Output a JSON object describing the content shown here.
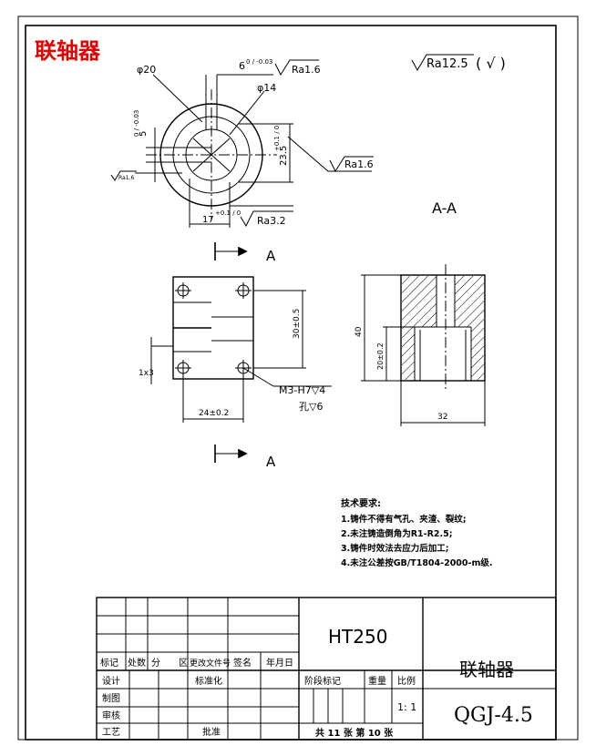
{
  "title_stamp": "联轴器",
  "roughness": {
    "general": "Ra12.5",
    "general_paren": "( √ )",
    "keyway_side": "Ra1.6",
    "bore": "Ra1.6",
    "left": "Ra1.6",
    "bottom": "Ra3.2"
  },
  "dimensions": {
    "outer_dia": "φ20",
    "keyway_width": "6",
    "keyway_width_tol": "0 / -0.03",
    "bore_dia": "φ14",
    "left_dim": "5",
    "left_dim_tol": "0 / -0.03",
    "height_23": "23.5",
    "height_23_tol": "+0.1 / 0",
    "width_17": "17",
    "width_17_tol": "+0.1 / 0",
    "h30": "30±0.5",
    "w24": "24±0.2",
    "chamfer": "1x3",
    "h40": "40",
    "h20": "20±0.2",
    "w32": "32"
  },
  "section_label": "A-A",
  "cut_label_top": "A",
  "cut_label_bottom": "A",
  "thread_note": "M3-H7▽4",
  "hole_note": "孔▽6",
  "tech_req": {
    "heading": "技术要求:",
    "items": [
      "1.铸件不得有气孔、夹渣、裂纹;",
      "2.未注铸造倒角为R1-R2.5;",
      "3.铸件时效法去应力后加工;",
      "4.未注公差按GB/T1804-2000-m级."
    ]
  },
  "title_block": {
    "material": "HT250",
    "part_name": "联轴器",
    "drawing_no": "QGJ-4.5",
    "rev_headers": [
      "标记",
      "处数",
      "分",
      "区",
      "更改文件号",
      "签名",
      "年月日"
    ],
    "role_design": "设计",
    "role_standard": "标准化",
    "role_draw": "制图",
    "role_review": "审核",
    "role_process": "工艺",
    "role_approve": "批准",
    "stage_label": "阶段标记",
    "weight_label": "重量",
    "scale_label": "比例",
    "scale_value": "1: 1",
    "sheet_count": "共 11 张 第 10 张"
  }
}
